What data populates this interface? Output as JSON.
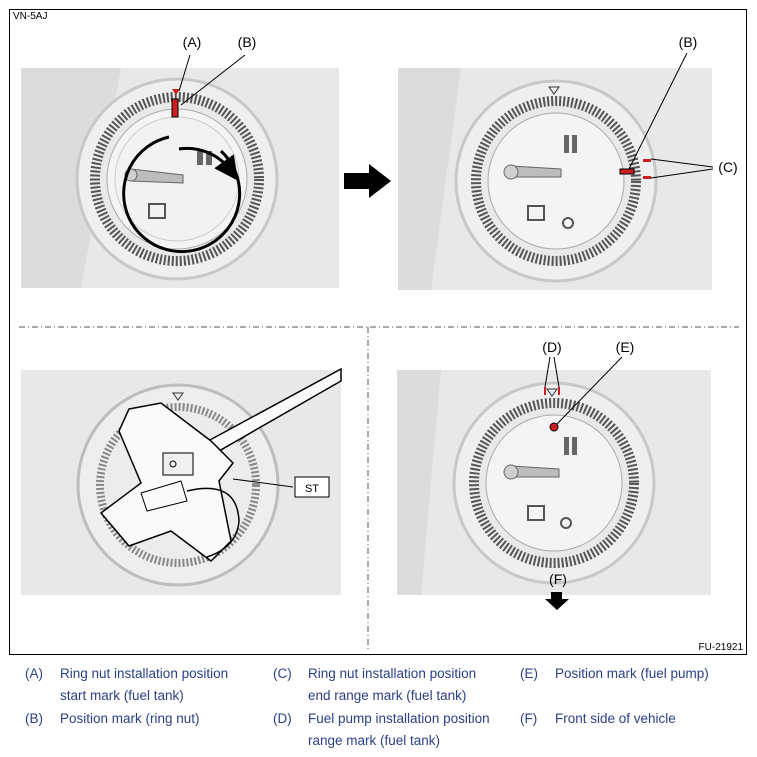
{
  "doc_id": "VN-5AJ",
  "figure_code": "FU-21921",
  "callouts": {
    "a": "(A)",
    "b": "(B)",
    "c": "(C)",
    "d": "(D)",
    "e": "(E)",
    "f": "(F)",
    "st": "ST"
  },
  "legend": [
    {
      "key": "(A)",
      "text": "Ring nut installation position\nstart mark (fuel tank)"
    },
    {
      "key": "(B)",
      "text": "Position mark (ring nut)"
    },
    {
      "key": "(C)",
      "text": "Ring nut installation position\nend range mark (fuel tank)"
    },
    {
      "key": "(D)",
      "text": "Fuel pump installation position\nrange mark (fuel tank)"
    },
    {
      "key": "(E)",
      "text": "Position mark (fuel pump)"
    },
    {
      "key": "(F)",
      "text": "Front side of vehicle"
    }
  ],
  "colors": {
    "mark_red": "#cc1f1f",
    "legend_text": "#2b3f86",
    "panel_bg": "#e6e6e6"
  }
}
